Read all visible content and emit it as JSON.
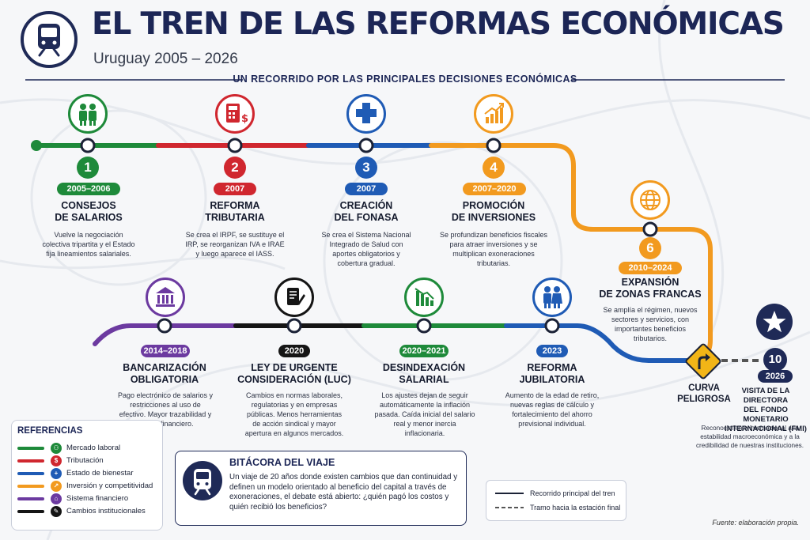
{
  "header": {
    "title": "EL TREN DE LAS REFORMAS ECONÓMICAS",
    "subtitle": "Uruguay 2005 – 2026",
    "tagline": "UN RECORRIDO POR LAS PRINCIPALES DECISIONES ECONÓMICAS",
    "logo_icon": "train-front-icon"
  },
  "colors": {
    "labor": "#1e8a3a",
    "tax": "#d0272f",
    "welfare": "#1f5bb5",
    "investment": "#f29a1f",
    "financial": "#6c3aa0",
    "institutional": "#151515",
    "navy": "#1f2a57"
  },
  "stations": [
    {
      "number": "1",
      "date": "2005–2006",
      "title_line1": "CONSEJOS",
      "title_line2": "DE SALARIOS",
      "description": "Vuelve la negociación colectiva tripartita y el Estado fija lineamientos salariales.",
      "icon": "people-icon",
      "category": "labor"
    },
    {
      "number": "2",
      "date": "2007",
      "title_line1": "REFORMA",
      "title_line2": "TRIBUTARIA",
      "description": "Se crea el IRPF, se sustituye el IRP, se reorganizan IVA e IRAE y luego aparece el IASS.",
      "icon": "calculator-icon",
      "category": "tax"
    },
    {
      "number": "3",
      "date": "2007",
      "title_line1": "CREACIÓN",
      "title_line2": "DEL FONASA",
      "description": "Se crea el Sistema Nacional Integrado de Salud con aportes obligatorios y cobertura gradual.",
      "icon": "health-cross-icon",
      "category": "welfare"
    },
    {
      "number": "4",
      "date": "2007–2020",
      "title_line1": "PROMOCIÓN",
      "title_line2": "DE INVERSIONES",
      "description": "Se profundizan beneficios fiscales para atraer inversiones y se multiplican exoneraciones tributarias.",
      "icon": "growth-chart-icon",
      "category": "investment"
    },
    {
      "number": "6",
      "date": "2010–2024",
      "title_line1": "EXPANSIÓN",
      "title_line2": "DE ZONAS FRANCAS",
      "description": "Se amplía el régimen, nuevos sectores y servicios, con importantes beneficios tributarios.",
      "icon": "globe-icon",
      "category": "investment"
    },
    {
      "number": "",
      "date": "2014–2018",
      "title_line1": "BANCARIZACIÓN",
      "title_line2": "OBLIGATORIA",
      "description": "Pago electrónico de salarios y restricciones al uso de efectivo. Mayor trazabilidad y control financiero.",
      "icon": "bank-icon",
      "category": "financial"
    },
    {
      "number": "",
      "date": "2020",
      "title_line1": "LEY DE URGENTE",
      "title_line2": "CONSIDERACIÓN (LUC)",
      "description": "Cambios en normas laborales, regulatorias y en empresas públicas. Menos herramientas de acción sindical y mayor apertura en algunos mercados.",
      "icon": "document-pen-icon",
      "category": "institutional"
    },
    {
      "number": "",
      "date": "2020–2021",
      "title_line1": "DESINDEXACIÓN",
      "title_line2": "SALARIAL",
      "description": "Los ajustes dejan de seguir automáticamente la inflación pasada. Caída inicial del salario real y menor inercia inflacionaria.",
      "icon": "declining-chart-icon",
      "category": "labor"
    },
    {
      "number": "",
      "date": "2023",
      "title_line1": "REFORMA",
      "title_line2": "JUBILATORIA",
      "description": "Aumento de la edad de retiro, nuevas reglas de cálculo y fortalecimiento del ahorro previsional individual.",
      "icon": "elderly-people-icon",
      "category": "welfare"
    }
  ],
  "curve": {
    "line1": "CURVA",
    "line2": "PELIGROSA",
    "icon": "warning-turn-icon"
  },
  "final": {
    "number": "10",
    "date": "2026",
    "title_line1": "VISITA DE LA DIRECTORA",
    "title_line2": "DEL FONDO MONETARIO",
    "title_line3": "INTERNACIONAL (FMI)",
    "description": "Reconocimiento internacional a la estabilidad macroeconómica y a la credibilidad de nuestras instituciones.",
    "icon": "star-icon"
  },
  "legend": {
    "title": "REFERENCIAS",
    "items": [
      {
        "label": "Mercado laboral",
        "color": "#1e8a3a",
        "icon": "people-icon"
      },
      {
        "label": "Tributación",
        "color": "#d0272f",
        "icon": "calculator-icon"
      },
      {
        "label": "Estado de bienestar",
        "color": "#1f5bb5",
        "icon": "health-cross-icon"
      },
      {
        "label": "Inversión y competitividad",
        "color": "#f29a1f",
        "icon": "growth-chart-icon"
      },
      {
        "label": "Sistema financiero",
        "color": "#6c3aa0",
        "icon": "bank-icon"
      },
      {
        "label": "Cambios institucionales",
        "color": "#151515",
        "icon": "document-pen-icon"
      }
    ]
  },
  "logbook": {
    "title": "BITÁCORA DEL VIAJE",
    "text": "Un viaje de 20 años donde existen cambios que dan continuidad y definen un modelo orientado al beneficio del capital a través de exoneraciones, el debate está abierto: ¿quién pagó los costos y quién recibió los beneficios?",
    "icon": "train-front-icon"
  },
  "route_legend": {
    "main": "Recorrido principal del tren",
    "final": "Tramo hacia la estación final"
  },
  "source": "Fuente: elaboración propia."
}
